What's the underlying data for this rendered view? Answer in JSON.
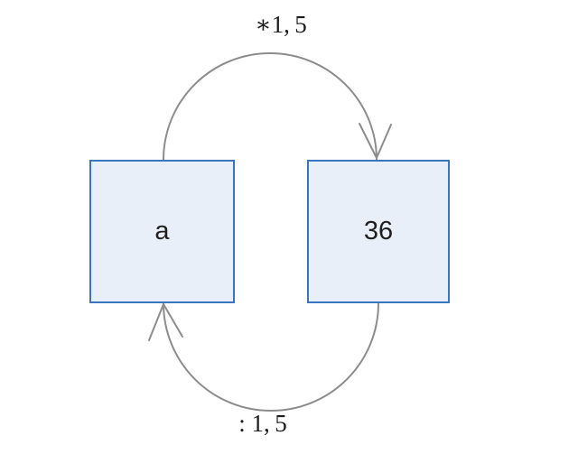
{
  "diagram": {
    "nodes": {
      "left": {
        "label": "a"
      },
      "right": {
        "label": "36"
      }
    },
    "edges": {
      "top": {
        "label": "∗1, 5",
        "from": "a",
        "to": "36"
      },
      "bottom": {
        "label": ": 1, 5",
        "from": "36",
        "to": "a"
      }
    },
    "colors": {
      "node_fill": "#e9eff8",
      "node_border": "#3a76c0",
      "arrow": "#8c8c8c",
      "label_text": "#1c1c1c"
    }
  }
}
